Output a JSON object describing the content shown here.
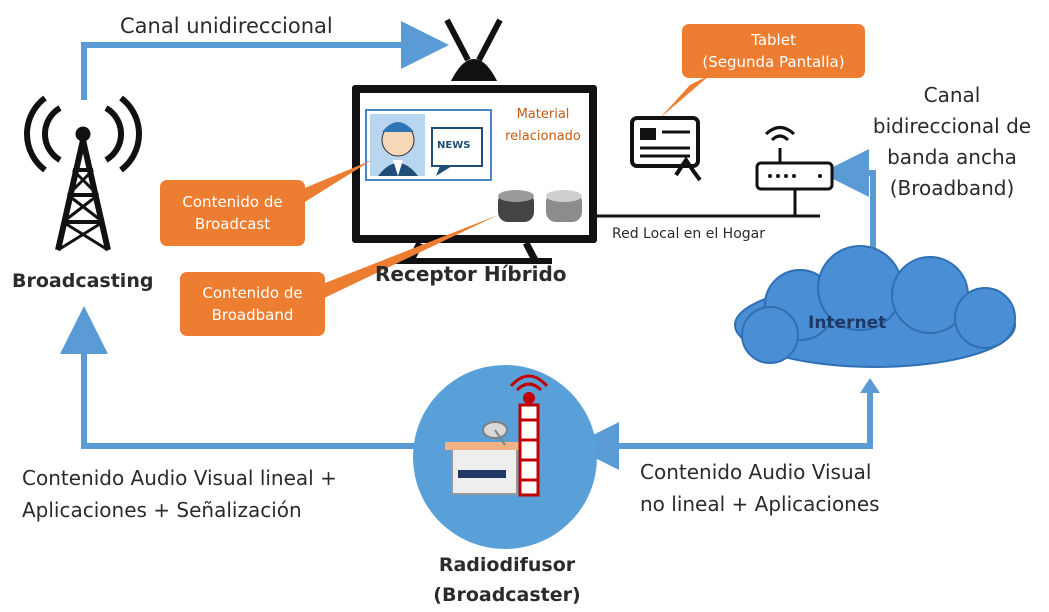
{
  "labels": {
    "one_way_channel": "Canal unidireccional",
    "broadcasting": "Broadcasting",
    "hybrid_receiver": "Receptor Híbrido",
    "two_way_channel": [
      "Canal",
      "bidireccional de",
      "banda ancha",
      "(Broadband)"
    ],
    "home_network": "Red Local en el Hogar",
    "internet": "Internet",
    "broadcaster": [
      "Radiodifusor",
      "(Broadcaster)"
    ],
    "linear_content": [
      "Contenido Audio Visual lineal +",
      "Aplicaciones + Señalización"
    ],
    "nonlinear_content": [
      "Contenido Audio Visual",
      "no lineal + Aplicaciones"
    ],
    "related_material": [
      "Material",
      "relacionado"
    ],
    "news": "NEWS"
  },
  "callouts": {
    "tablet": [
      "Tablet",
      "(Segunda Pantalla)"
    ],
    "broadcast_content": [
      "Contenido de",
      "Broadcast"
    ],
    "broadband_content": [
      "Contenido de",
      "Broadband"
    ]
  },
  "colors": {
    "arrow_blue": "#5b9bd5",
    "callout_orange": "#ed7d31",
    "cloud_blue": "#4a8fd6",
    "circle_blue": "#5aa0d8",
    "tv_black": "#111111"
  },
  "icons": [
    "antenna-tower-icon",
    "tv-icon",
    "tablet-icon",
    "router-icon",
    "cloud-icon",
    "broadcaster-station-icon",
    "news-anchor-icon"
  ]
}
